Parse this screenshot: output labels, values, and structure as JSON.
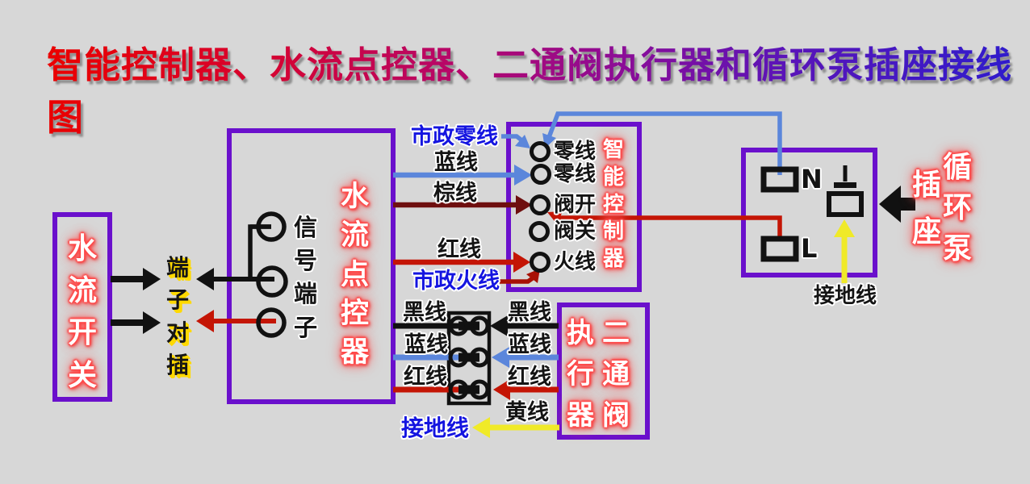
{
  "title": "智能控制器、水流点控器、二通阀执行器和循环泵插座接线图",
  "boxes": {
    "flow_switch": {
      "label": "水流开关"
    },
    "flow_controller": {
      "label": "水流点控器",
      "signal_terminal": "信号端子"
    },
    "smart_controller": {
      "label": "智能控制器",
      "terminals": [
        "零线",
        "零线",
        "阀开",
        "阀关",
        "火线"
      ]
    },
    "pump_socket": {
      "label_col_right": "循环泵",
      "label_col_left": "插座",
      "terminal_n": "N",
      "terminal_l": "L",
      "ground_label": "接地线"
    },
    "valve_actuator": {
      "label_col_right": "二通阀",
      "label_col_left": "执行器"
    }
  },
  "labels": {
    "terminal_plug": "端子对插",
    "municipal_neutral": "市政零线",
    "municipal_live": "市政火线",
    "blue_wire": "蓝线",
    "brown_wire": "棕线",
    "red_wire": "红线",
    "black_wire": "黑线",
    "yellow_wire": "黄线",
    "ground_wire": "接地线"
  },
  "colors": {
    "background": "#d7d7d7",
    "box_border_purple": "#6a10cc",
    "wire_blue": "#5b86db",
    "wire_brown": "#6e0f0f",
    "wire_red": "#c41505",
    "wire_dark_red": "#a81104",
    "wire_yellow": "#f0ea28",
    "wire_black": "#111111",
    "label_blue_text": "#1414e0",
    "title_gradient_start": "#ea0000",
    "title_gradient_end": "#2c1ccd"
  }
}
